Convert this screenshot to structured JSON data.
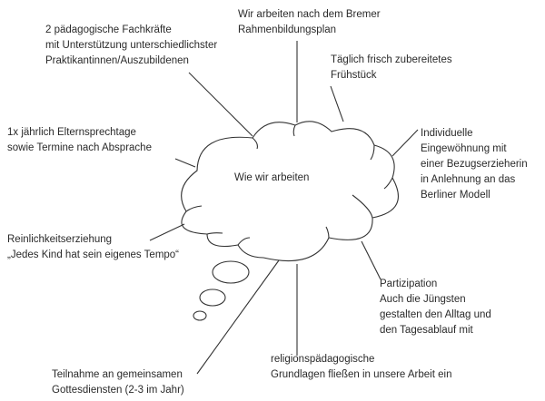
{
  "center": "Wie wir arbeiten",
  "nodes": {
    "fachkraefte": [
      "2 pädagogische Fachkräfte",
      "mit Unterstützung unterschiedlichster",
      "Praktikantinnen/Auszubildenen"
    ],
    "bremer": [
      "Wir arbeiten nach dem Bremer",
      "Rahmenbildungsplan"
    ],
    "fruehstueck": [
      "Täglich frisch zubereitetes",
      "Frühstück"
    ],
    "eingewoehnung": [
      "Individuelle",
      "Eingewöhnung mit",
      "einer Bezugserzieherin",
      "in Anlehnung an das",
      "Berliner Modell"
    ],
    "elternsprechtage": [
      "1x jährlich Elternsprechtage",
      "sowie Termine nach Absprache"
    ],
    "reinlichkeit": [
      "Reinlichkeitserziehung",
      "„Jedes Kind hat sein eigenes Tempo“"
    ],
    "partizipation": [
      "Partizipation",
      "Auch die Jüngsten",
      "gestalten den Alltag und",
      "den Tagesablauf mit"
    ],
    "religion": [
      "religionspädagogische",
      "Grundlagen fließen in unsere Arbeit ein"
    ],
    "gottesdienste": [
      "Teilnahme an gemeinsamen",
      "Gottesdiensten (2-3 im Jahr)"
    ]
  },
  "colors": {
    "stroke": "#333333",
    "text": "#2a2a2a"
  }
}
